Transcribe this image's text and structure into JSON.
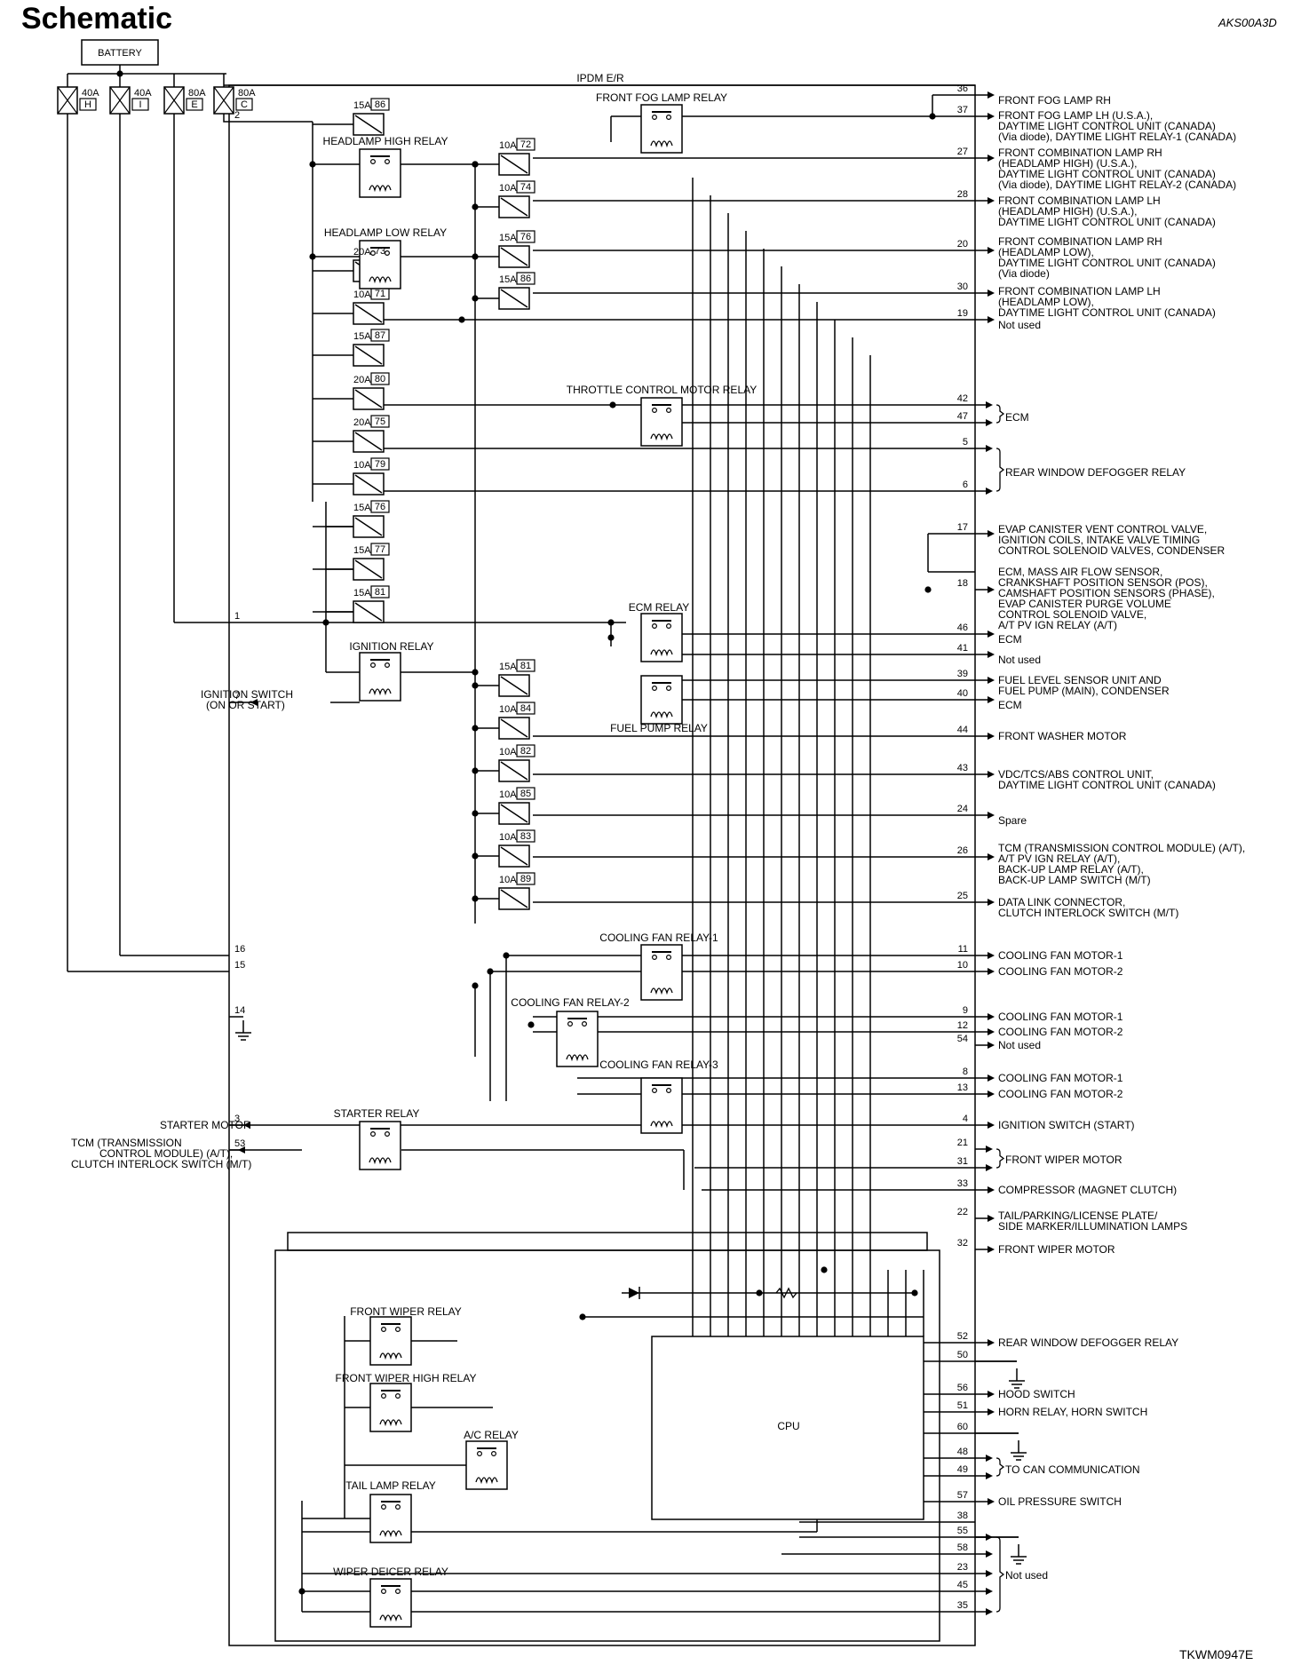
{
  "title": "Schematic",
  "doc_code": "AKS00A3D",
  "figure_code": "TKWM0947E",
  "battery_label": "BATTERY",
  "module_label": "IPDM E/R",
  "cpu_label": "CPU",
  "fusible_links": [
    {
      "amp": "40A",
      "id": "H"
    },
    {
      "amp": "40A",
      "id": "I"
    },
    {
      "amp": "80A",
      "id": "E"
    },
    {
      "amp": "80A",
      "id": "C"
    }
  ],
  "fuses": [
    {
      "amp": "15A",
      "id": "86"
    },
    {
      "amp": "10A",
      "id": "72"
    },
    {
      "amp": "10A",
      "id": "74"
    },
    {
      "amp": "15A",
      "id": "76"
    },
    {
      "amp": "15A",
      "id": "86"
    },
    {
      "amp": "20A",
      "id": "73"
    },
    {
      "amp": "10A",
      "id": "71"
    },
    {
      "amp": "15A",
      "id": "87"
    },
    {
      "amp": "20A",
      "id": "80"
    },
    {
      "amp": "20A",
      "id": "75"
    },
    {
      "amp": "10A",
      "id": "79"
    },
    {
      "amp": "15A",
      "id": "76"
    },
    {
      "amp": "15A",
      "id": "77"
    },
    {
      "amp": "15A",
      "id": "81"
    },
    {
      "amp": "10A",
      "id": "84"
    },
    {
      "amp": "10A",
      "id": "82"
    },
    {
      "amp": "10A",
      "id": "85"
    },
    {
      "amp": "10A",
      "id": "83"
    },
    {
      "amp": "10A",
      "id": "89"
    }
  ],
  "relays": {
    "front_fog": "FRONT FOG LAMP RELAY",
    "headlamp_high": "HEADLAMP HIGH RELAY",
    "headlamp_low": "HEADLAMP LOW RELAY",
    "throttle": "THROTTLE CONTROL MOTOR RELAY",
    "ecm": "ECM RELAY",
    "ignition": "IGNITION RELAY",
    "fuel_pump": "FUEL PUMP RELAY",
    "cooling_fan_1": "COOLING FAN RELAY-1",
    "cooling_fan_2": "COOLING FAN RELAY-2",
    "cooling_fan_3": "COOLING FAN RELAY-3",
    "starter": "STARTER RELAY",
    "front_wiper": "FRONT WIPER RELAY",
    "front_wiper_high": "FRONT WIPER HIGH RELAY",
    "ac": "A/C RELAY",
    "tail_lamp": "TAIL LAMP RELAY",
    "wiper_deicer": "WIPER DEICER RELAY"
  },
  "left_terminals": [
    {
      "pin": "2"
    },
    {
      "pin": "1"
    },
    {
      "pin": "7"
    },
    {
      "pin": "16"
    },
    {
      "pin": "15"
    },
    {
      "pin": "14"
    },
    {
      "pin": "3"
    },
    {
      "pin": "53"
    }
  ],
  "left_labels": {
    "ignition_switch": [
      "IGNITION SWITCH",
      "(ON OR START)"
    ],
    "starter_motor": "STARTER MOTOR",
    "tcm": [
      "TCM (TRANSMISSION",
      "CONTROL MODULE) (A/T),",
      "CLUTCH INTERLOCK SWITCH (M/T)"
    ]
  },
  "right_pins": [
    {
      "pin": "36"
    },
    {
      "pin": "37"
    },
    {
      "pin": "27"
    },
    {
      "pin": "28"
    },
    {
      "pin": "20"
    },
    {
      "pin": "30"
    },
    {
      "pin": "19"
    },
    {
      "pin": "42"
    },
    {
      "pin": "47"
    },
    {
      "pin": "5"
    },
    {
      "pin": "6"
    },
    {
      "pin": "17"
    },
    {
      "pin": "18"
    },
    {
      "pin": "46"
    },
    {
      "pin": "41"
    },
    {
      "pin": "39"
    },
    {
      "pin": "40"
    },
    {
      "pin": "44"
    },
    {
      "pin": "43"
    },
    {
      "pin": "24"
    },
    {
      "pin": "26"
    },
    {
      "pin": "25"
    },
    {
      "pin": "11"
    },
    {
      "pin": "10"
    },
    {
      "pin": "9"
    },
    {
      "pin": "12"
    },
    {
      "pin": "54"
    },
    {
      "pin": "8"
    },
    {
      "pin": "13"
    },
    {
      "pin": "4"
    },
    {
      "pin": "21"
    },
    {
      "pin": "31"
    },
    {
      "pin": "33"
    },
    {
      "pin": "22"
    },
    {
      "pin": "32"
    },
    {
      "pin": "52"
    },
    {
      "pin": "50"
    },
    {
      "pin": "56"
    },
    {
      "pin": "51"
    },
    {
      "pin": "60"
    },
    {
      "pin": "48"
    },
    {
      "pin": "49"
    },
    {
      "pin": "57"
    },
    {
      "pin": "38"
    },
    {
      "pin": "55"
    },
    {
      "pin": "58"
    },
    {
      "pin": "23"
    },
    {
      "pin": "45"
    },
    {
      "pin": "35"
    }
  ],
  "right_labels": [
    {
      "lines": [
        "FRONT FOG LAMP RH"
      ]
    },
    {
      "lines": [
        "FRONT FOG LAMP LH (U.S.A.),",
        "DAYTIME LIGHT CONTROL UNIT (CANADA)",
        "(Via diode), DAYTIME LIGHT RELAY-1 (CANADA)"
      ]
    },
    {
      "lines": [
        "FRONT COMBINATION LAMP RH",
        "(HEADLAMP HIGH) (U.S.A.),",
        "DAYTIME LIGHT CONTROL UNIT (CANADA)",
        "(Via diode), DAYTIME LIGHT RELAY-2 (CANADA)"
      ]
    },
    {
      "lines": [
        "FRONT COMBINATION LAMP LH",
        "(HEADLAMP HIGH) (U.S.A.),",
        "DAYTIME LIGHT CONTROL UNIT (CANADA)"
      ]
    },
    {
      "lines": [
        "FRONT COMBINATION LAMP RH",
        "(HEADLAMP LOW),",
        "DAYTIME LIGHT CONTROL UNIT (CANADA)",
        "(Via diode)"
      ]
    },
    {
      "lines": [
        "FRONT COMBINATION LAMP LH",
        "(HEADLAMP LOW),",
        "DAYTIME LIGHT CONTROL UNIT (CANADA)"
      ]
    },
    {
      "lines": [
        "Not used"
      ]
    },
    {
      "lines": [
        "ECM"
      ]
    },
    {
      "lines": [
        "REAR WINDOW DEFOGGER RELAY"
      ]
    },
    {
      "lines": [
        "EVAP CANISTER VENT CONTROL VALVE,",
        "IGNITION COILS, INTAKE VALVE TIMING",
        "CONTROL SOLENOID VALVES, CONDENSER"
      ]
    },
    {
      "lines": [
        "ECM, MASS AIR FLOW SENSOR,",
        "CRANKSHAFT POSITION SENSOR (POS),",
        "CAMSHAFT POSITION SENSORS (PHASE),",
        "EVAP CANISTER PURGE VOLUME",
        "CONTROL SOLENOID VALVE,",
        "A/T PV IGN RELAY (A/T)"
      ]
    },
    {
      "lines": [
        "ECM"
      ]
    },
    {
      "lines": [
        "Not used"
      ]
    },
    {
      "lines": [
        "FUEL LEVEL SENSOR UNIT AND",
        "FUEL PUMP (MAIN), CONDENSER"
      ]
    },
    {
      "lines": [
        "ECM"
      ]
    },
    {
      "lines": [
        "FRONT WASHER MOTOR"
      ]
    },
    {
      "lines": [
        "VDC/TCS/ABS CONTROL UNIT,",
        "DAYTIME LIGHT CONTROL UNIT (CANADA)"
      ]
    },
    {
      "lines": [
        "Spare"
      ]
    },
    {
      "lines": [
        "TCM (TRANSMISSION CONTROL MODULE) (A/T),",
        "A/T PV IGN RELAY (A/T),",
        "BACK-UP LAMP RELAY (A/T),",
        "BACK-UP LAMP SWITCH (M/T)"
      ]
    },
    {
      "lines": [
        "DATA LINK CONNECTOR,",
        "CLUTCH INTERLOCK SWITCH (M/T)"
      ]
    },
    {
      "lines": [
        "COOLING FAN MOTOR-1"
      ]
    },
    {
      "lines": [
        "COOLING FAN MOTOR-2"
      ]
    },
    {
      "lines": [
        "COOLING FAN MOTOR-1"
      ]
    },
    {
      "lines": [
        "COOLING FAN MOTOR-2"
      ]
    },
    {
      "lines": [
        "Not used"
      ]
    },
    {
      "lines": [
        "COOLING FAN MOTOR-1"
      ]
    },
    {
      "lines": [
        "COOLING FAN MOTOR-2"
      ]
    },
    {
      "lines": [
        "IGNITION SWITCH (START)"
      ]
    },
    {
      "lines": [
        "FRONT WIPER MOTOR"
      ]
    },
    {
      "lines": [
        "COMPRESSOR (MAGNET CLUTCH)"
      ]
    },
    {
      "lines": [
        "TAIL/PARKING/LICENSE PLATE/",
        "SIDE MARKER/ILLUMINATION LAMPS"
      ]
    },
    {
      "lines": [
        "FRONT WIPER MOTOR"
      ]
    },
    {
      "lines": [
        "REAR WINDOW DEFOGGER RELAY"
      ]
    },
    {
      "lines": [
        "HOOD SWITCH"
      ]
    },
    {
      "lines": [
        "HORN RELAY, HORN SWITCH"
      ]
    },
    {
      "lines": [
        "TO CAN COMMUNICATION"
      ]
    },
    {
      "lines": [
        "OIL PRESSURE SWITCH"
      ]
    },
    {
      "lines": [
        "Not used"
      ]
    }
  ]
}
